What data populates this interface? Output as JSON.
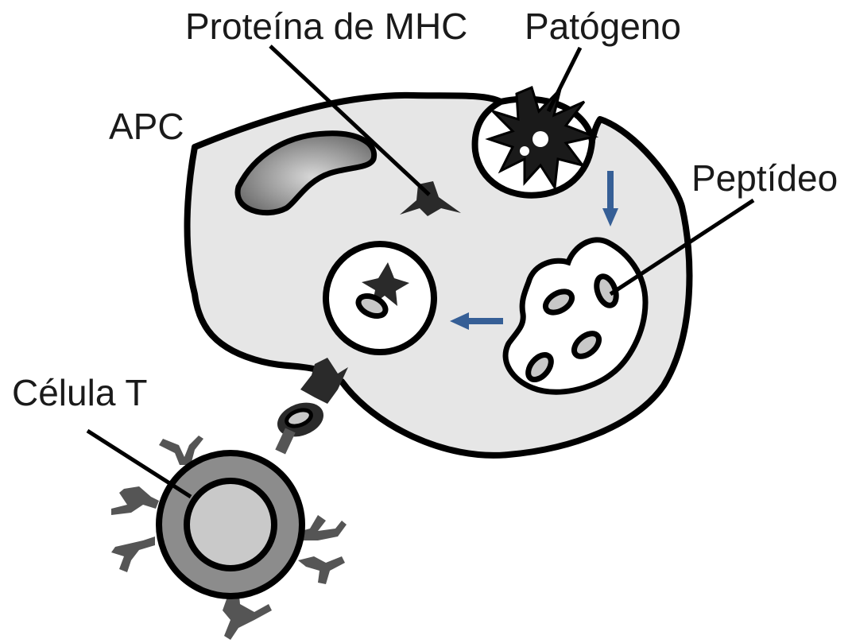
{
  "labels": {
    "mhc_protein": "Proteína de MHC",
    "pathogen": "Patógeno",
    "apc": "APC",
    "peptide": "Peptídeo",
    "t_cell": "Célula T"
  },
  "colors": {
    "cell_fill": "#e6e6e6",
    "outline": "#000000",
    "marker": "#2a2a2a",
    "arrow": "#365f96",
    "t_cell_ring": "#8c8c8c",
    "t_cell_core": "#c9c9c9",
    "receptor": "#555555"
  },
  "icons": {
    "pathogen": "spiky-star-icon",
    "mhc": "four-point-star-icon",
    "receptor": "y-shaped-receptor-icon",
    "flow_arrow": "arrow-icon"
  }
}
